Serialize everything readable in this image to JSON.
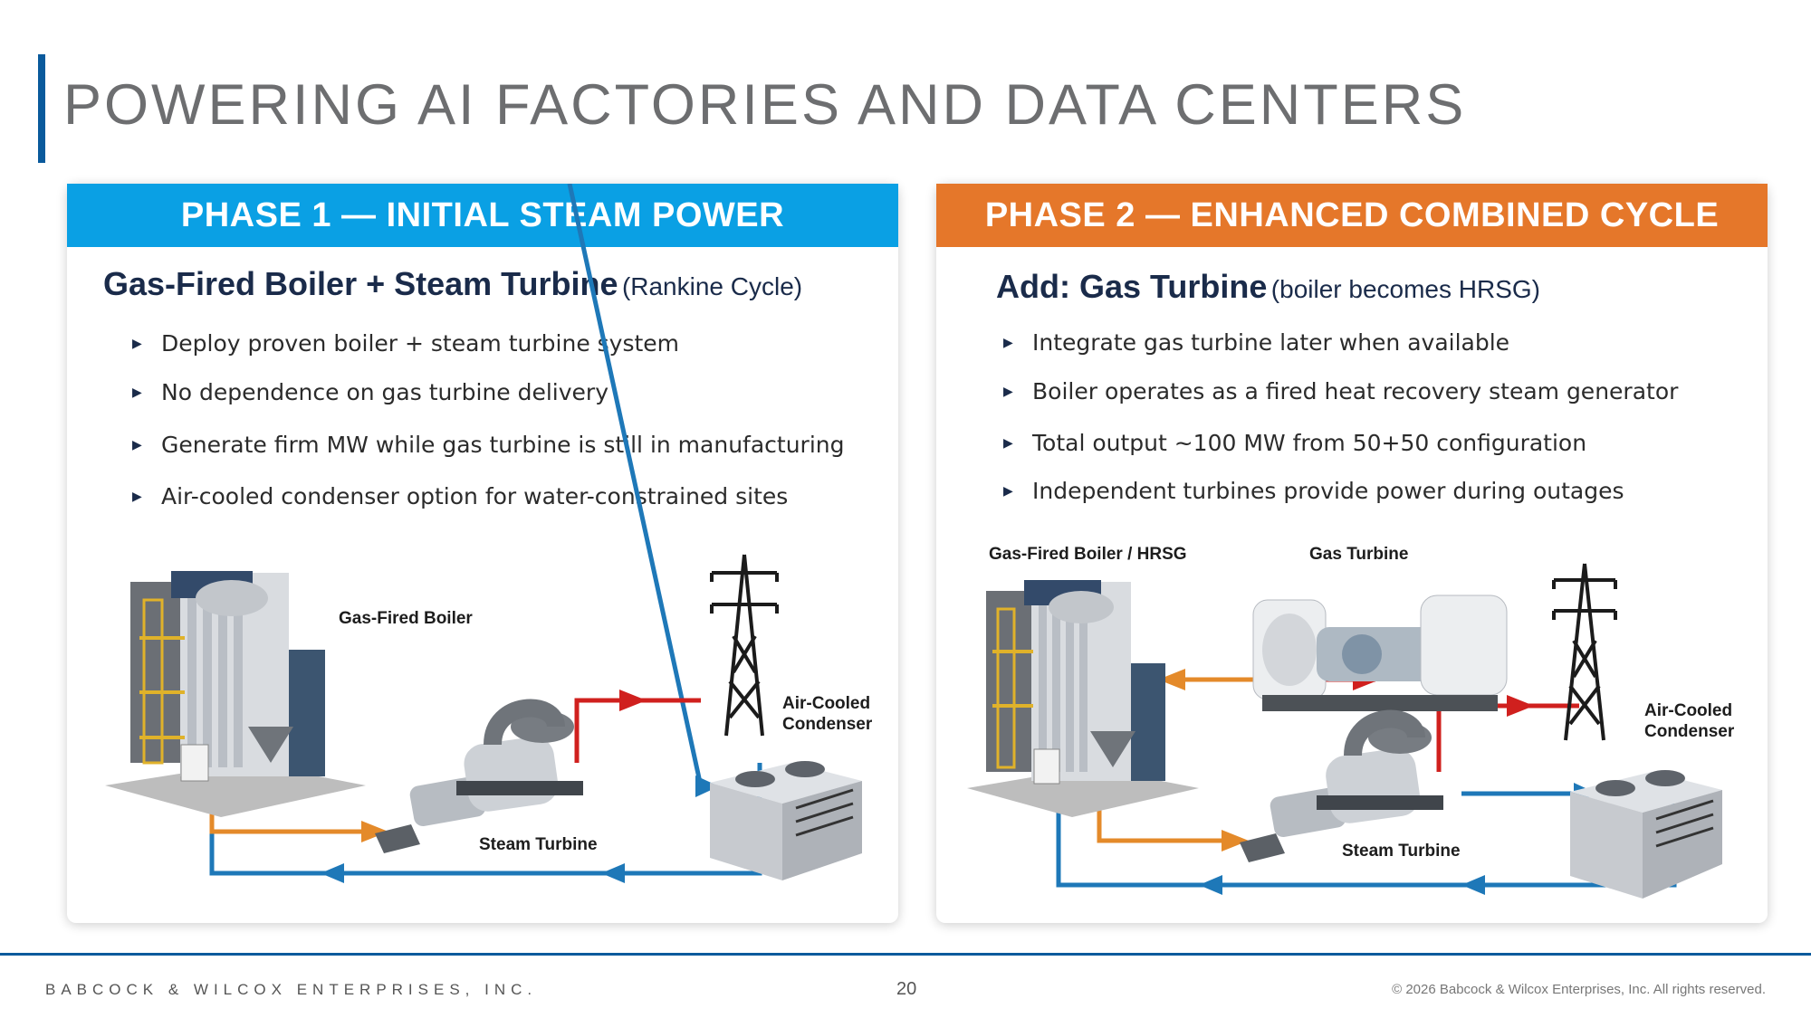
{
  "slide": {
    "title": "POWERING AI FACTORIES AND DATA CENTERS",
    "page_number": "20"
  },
  "phase1": {
    "header": "PHASE 1  —  INITIAL STEAM POWER",
    "subtitle_main": "Gas-Fired Boiler + Steam Turbine",
    "subtitle_paren": "(Rankine Cycle)",
    "bullets": [
      "Deploy proven boiler + steam turbine system",
      "No dependence on gas turbine delivery",
      "Generate firm MW while gas turbine is still in manufacturing",
      "Air-cooled condenser option for water-constrained sites"
    ],
    "labels": {
      "boiler": "Gas-Fired Boiler",
      "condenser_line1": "Air-Cooled",
      "condenser_line2": "Condenser",
      "steam_turbine": "Steam Turbine"
    }
  },
  "phase2": {
    "header": "PHASE 2  —  ENHANCED COMBINED CYCLE",
    "subtitle_main": "Add: Gas Turbine",
    "subtitle_paren": "(boiler becomes HRSG)",
    "bullets": [
      "Integrate gas turbine later when available",
      "Boiler operates as a fired heat recovery steam generator",
      "Total output ~100 MW from 50+50 configuration",
      "Independent turbines provide power during outages"
    ],
    "labels": {
      "boiler": "Gas-Fired Boiler / HRSG",
      "gas_turbine": "Gas Turbine",
      "condenser_line1": "Air-Cooled",
      "condenser_line2": "Condenser",
      "steam_turbine": "Steam Turbine"
    }
  },
  "footer": {
    "company": "BABCOCK & WILCOX ENTERPRISES, INC.",
    "copyright": "© 2026 Babcock & Wilcox Enterprises, Inc. All rights reserved."
  },
  "colors": {
    "brand_blue": "#0a5a9c",
    "phase1_header": "#0aa0e4",
    "phase2_header": "#e5772a",
    "flow_red": "#d0201e",
    "flow_orange": "#e48a2a",
    "flow_blue": "#1e78b8"
  }
}
